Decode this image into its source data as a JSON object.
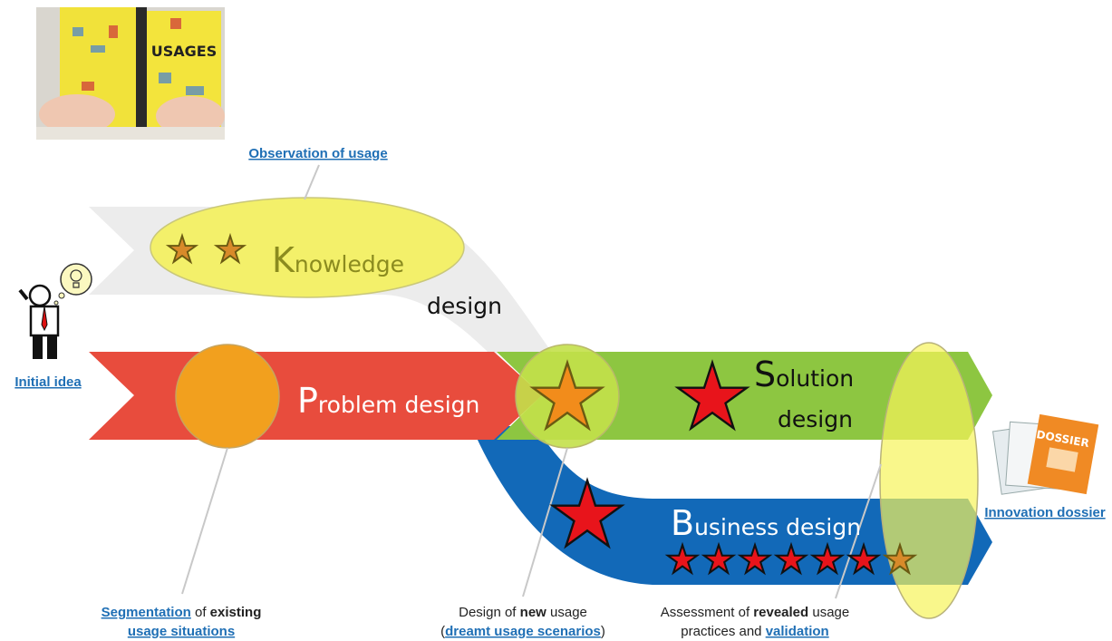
{
  "links": {
    "observation": "Observation of usage",
    "initial_idea": "Initial idea",
    "innovation_dossier": "Innovation dossier"
  },
  "bands": {
    "knowledge_initial": "K",
    "knowledge_rest": "nowledge",
    "design_word": "design",
    "problem_initial": "P",
    "problem_rest": "roblem design",
    "solution_initial": "S",
    "solution_rest": "olution",
    "solution_line2": "design",
    "business_initial": "B",
    "business_rest": "usiness design"
  },
  "captions": {
    "segmentation_link": "Segmentation",
    "segmentation_mid": " of ",
    "segmentation_bold": "existing",
    "segmentation_line2": "usage situations",
    "new_usage_pre": "Design of ",
    "new_usage_bold": "new",
    "new_usage_post": " usage",
    "new_usage_open": "(",
    "new_usage_link": "dreamt usage scenarios",
    "new_usage_close": ")",
    "assess_pre": "Assessment of ",
    "assess_bold": "revealed",
    "assess_post": " usage",
    "assess_line2_pre": "practices and ",
    "assess_line2_link": "validation"
  },
  "images": {
    "book_title": "USAGES",
    "dossier_title": "DOSSIER"
  },
  "colors": {
    "knowledge_band": "#ececec",
    "problem_band": "#e84c3d",
    "solution_band": "#8dc641",
    "business_band": "#1269b8",
    "knowledge_ellipse": "#f3f06a",
    "orange_circle": "#f2a01e",
    "validation_ellipse": "#f7f35a",
    "star_red": "#e8141b",
    "star_orange": "#f28c1b",
    "link": "#1f6fb5"
  }
}
